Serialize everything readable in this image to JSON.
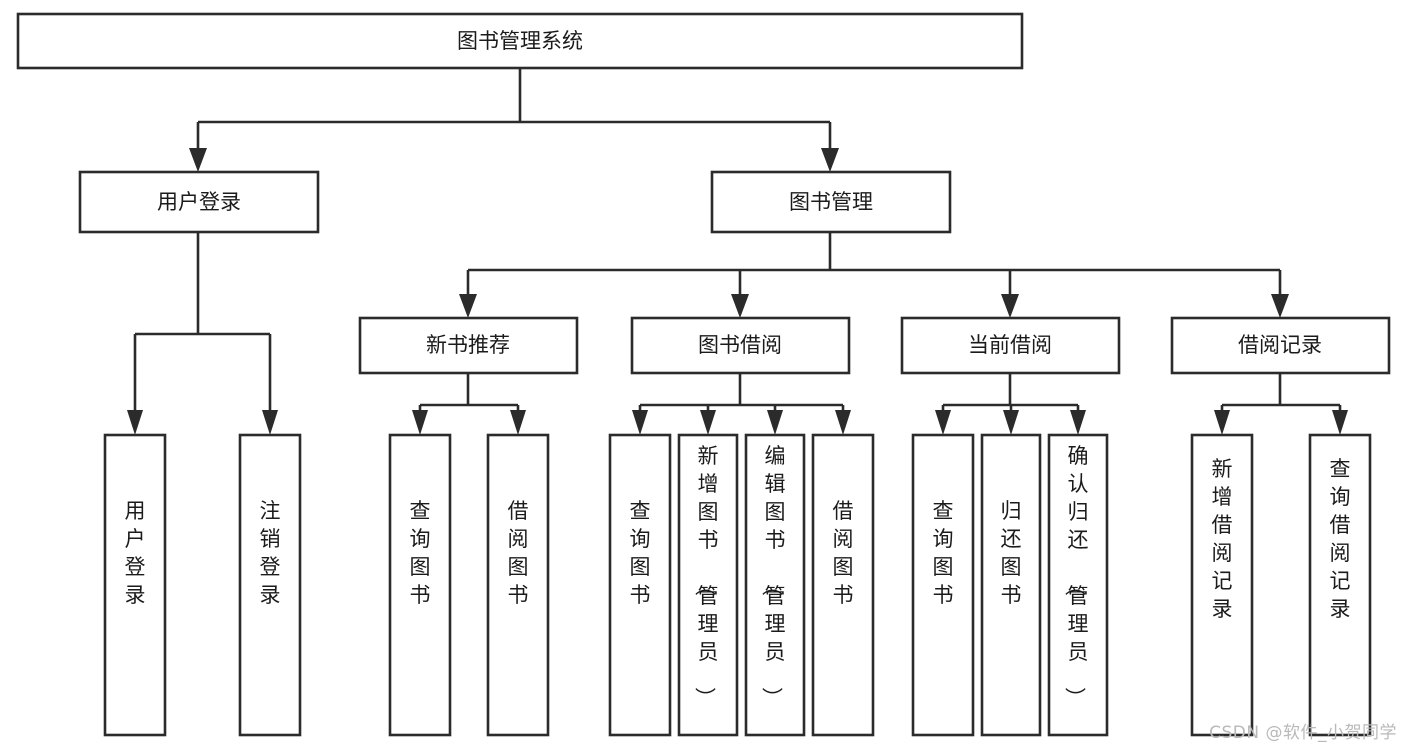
{
  "diagram": {
    "type": "tree",
    "title": "图书管理系统",
    "watermark": "CSDN @软件_小贺同学",
    "colors": {
      "stroke": "#2b2b2b",
      "fill": "#ffffff",
      "text": "#1b1b1b",
      "watermark": "#b9b9b9"
    },
    "levels": {
      "root": {
        "label": "图书管理系统"
      },
      "level2": [
        {
          "label": "用户登录"
        },
        {
          "label": "图书管理"
        }
      ],
      "level3": [
        {
          "label": "新书推荐"
        },
        {
          "label": "图书借阅"
        },
        {
          "label": "当前借阅"
        },
        {
          "label": "借阅记录"
        }
      ],
      "leaves": {
        "user_login": [
          {
            "label": "用户登录"
          },
          {
            "label": "注销登录"
          }
        ],
        "new_book_recommend": [
          {
            "label": "查询图书"
          },
          {
            "label": "借阅图书"
          }
        ],
        "book_borrow": [
          {
            "label": "查询图书"
          },
          {
            "label": "新增图书（管理员）"
          },
          {
            "label": "编辑图书（管理员）"
          },
          {
            "label": "借阅图书"
          }
        ],
        "current_borrow": [
          {
            "label": "查询图书"
          },
          {
            "label": "归还图书"
          },
          {
            "label": "确认归还（管理员）"
          }
        ],
        "borrow_record": [
          {
            "label": "新增借阅记录"
          },
          {
            "label": "查询借阅记录"
          }
        ]
      }
    }
  }
}
